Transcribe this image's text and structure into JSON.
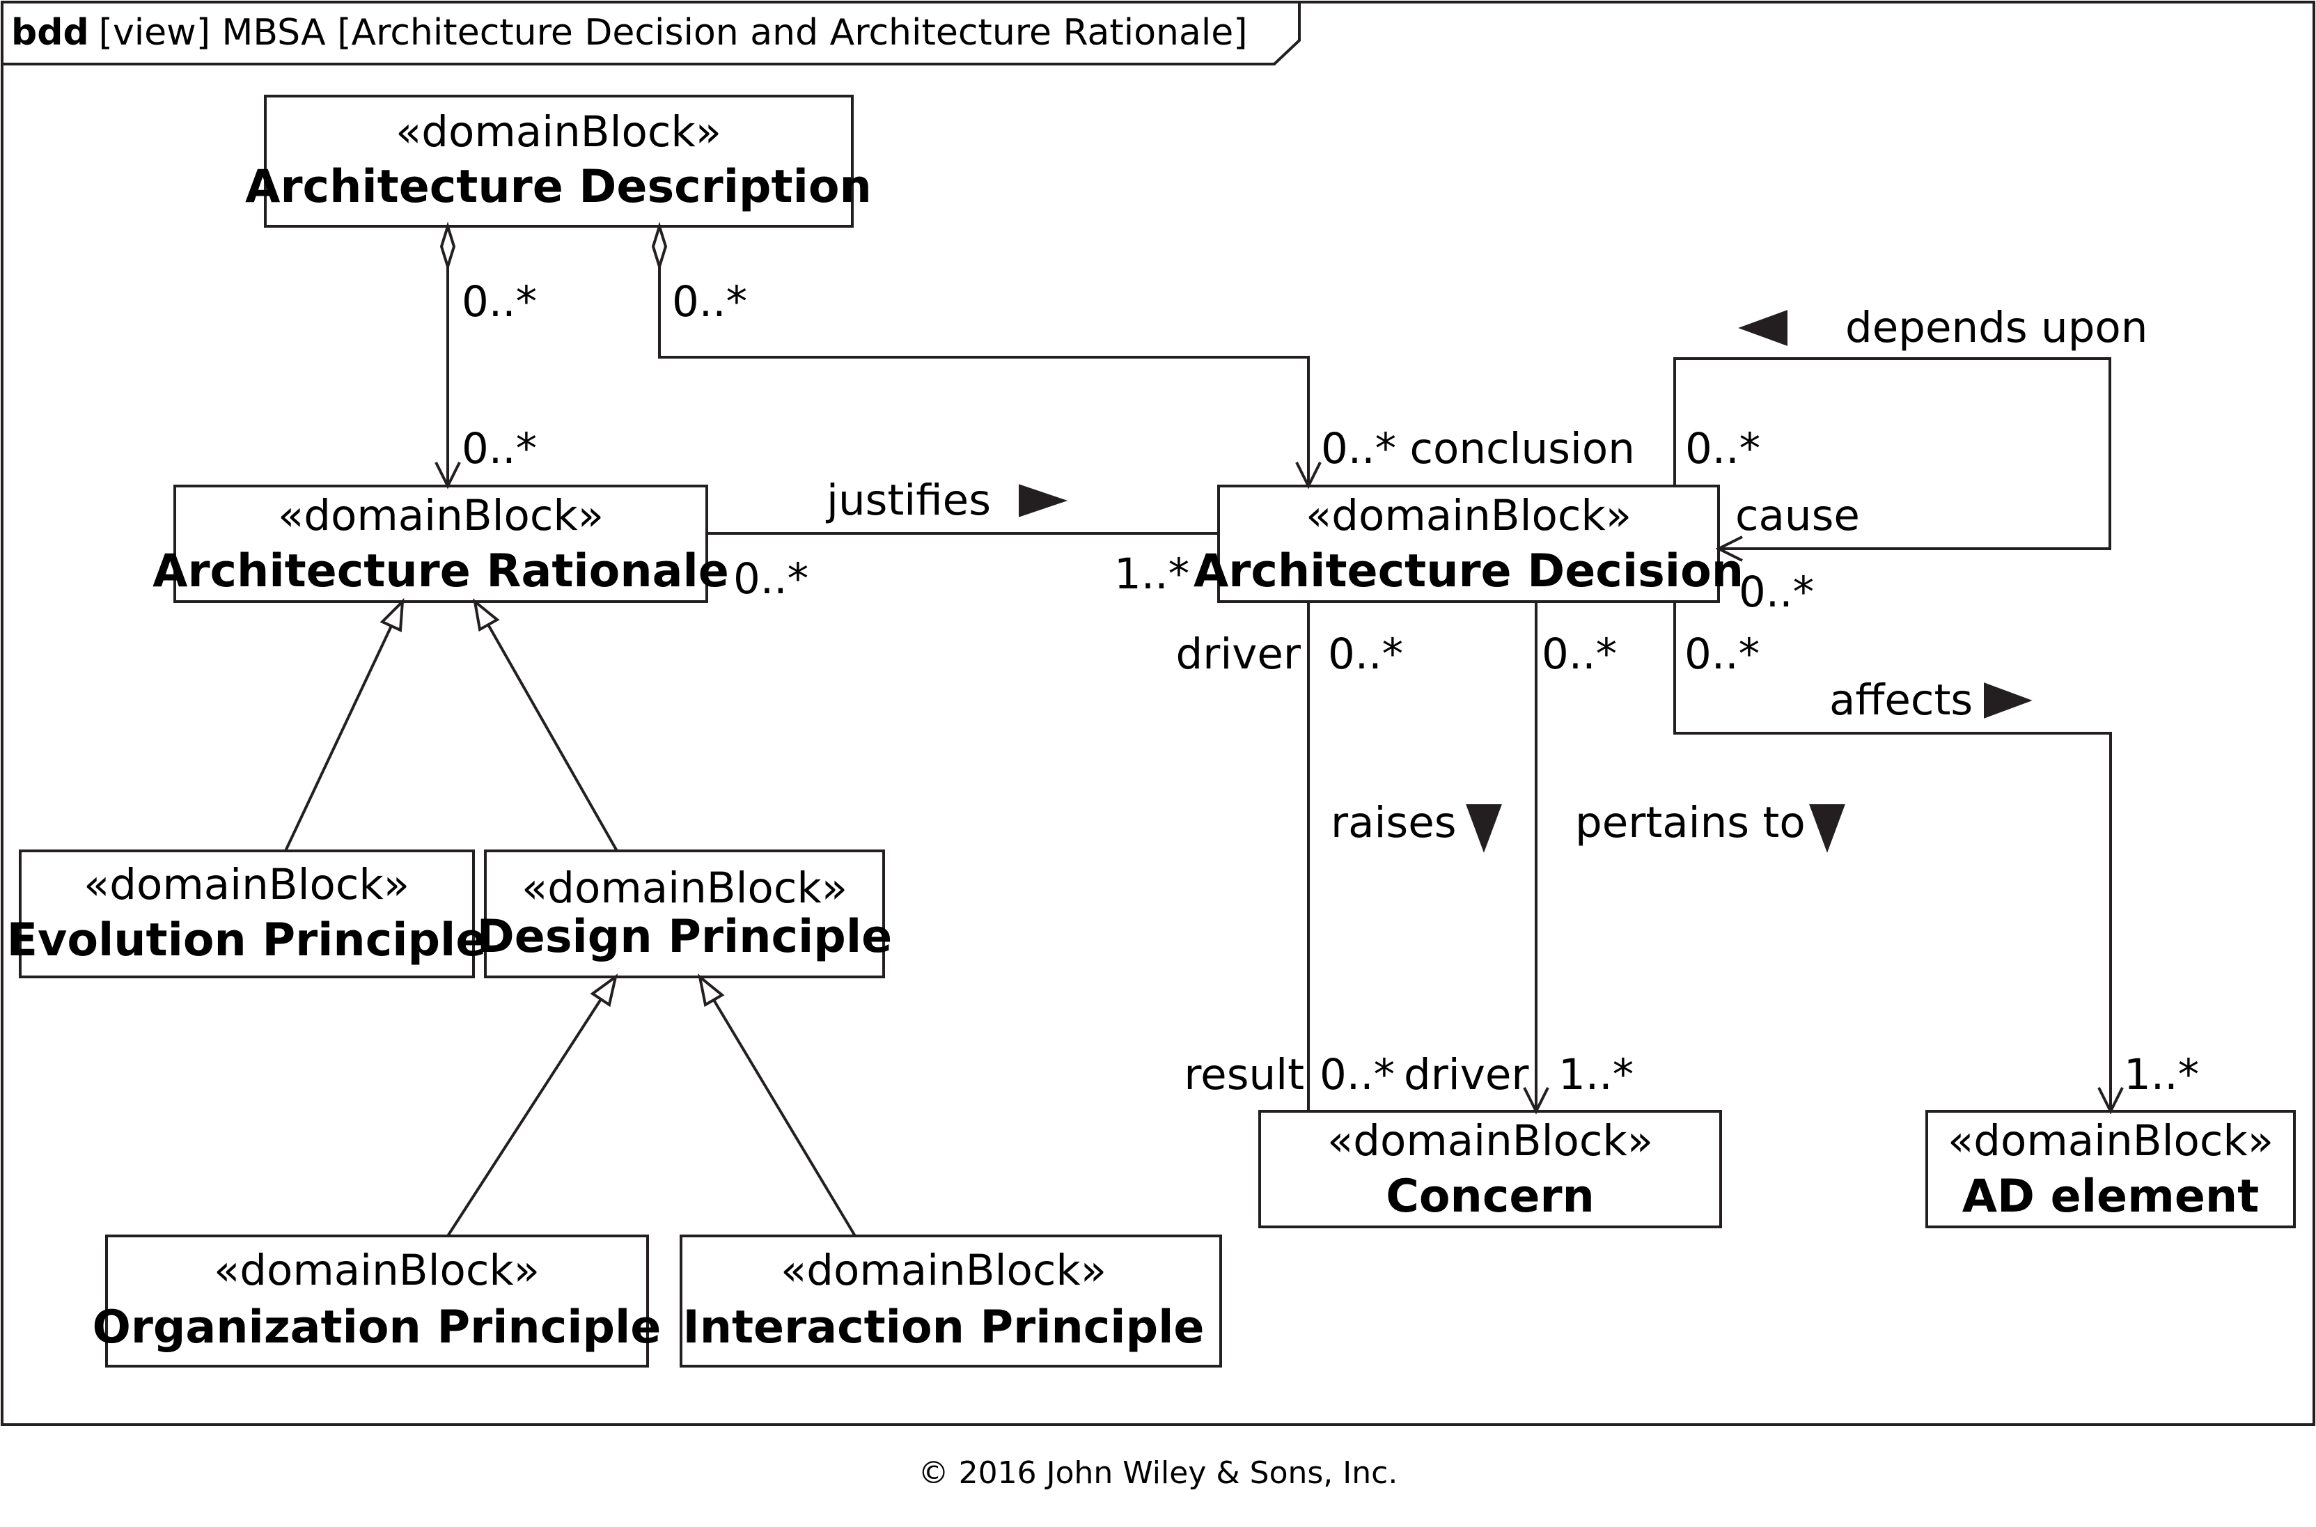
{
  "frame": {
    "kind": "bdd",
    "title": "[view] MBSA [Architecture Decision and Architecture Rationale]"
  },
  "blocks": {
    "architecture_description": {
      "stereotype": "«domainBlock»",
      "name": "Architecture Description"
    },
    "architecture_rationale": {
      "stereotype": "«domainBlock»",
      "name": "Architecture Rationale"
    },
    "architecture_decision": {
      "stereotype": "«domainBlock»",
      "name": "Architecture Decision"
    },
    "evolution_principle": {
      "stereotype": "«domainBlock»",
      "name": "Evolution Principle"
    },
    "design_principle": {
      "stereotype": "«domainBlock»",
      "name": "Design Principle"
    },
    "organization_principle": {
      "stereotype": "«domainBlock»",
      "name": "Organization Principle"
    },
    "interaction_principle": {
      "stereotype": "«domainBlock»",
      "name": "Interaction Principle"
    },
    "concern": {
      "stereotype": "«domainBlock»",
      "name": "Concern"
    },
    "ad_element": {
      "stereotype": "«domainBlock»",
      "name": "AD element"
    }
  },
  "labels": {
    "ad_to_rationale_src": "0..*",
    "ad_to_rationale_tgt": "0..*",
    "ad_to_decision_src": "0..*",
    "ad_to_decision_tgt": "0..* conclusion",
    "justifies": "justifies",
    "justifies_src": "0..*",
    "justifies_tgt": "1..*",
    "depends_upon": "depends upon",
    "depends_src": "0..*",
    "cause_role": "cause",
    "cause_mult": "0..*",
    "driver_role": "driver",
    "driver_mult": "0..*",
    "raises": "raises",
    "pertains_src": "0..*",
    "pertains_to": "pertains to",
    "affects_src": "0..*",
    "affects": "affects",
    "result_role": "result",
    "result_mult": "0..*",
    "concern_driver": "driver",
    "concern_mult": "1..*",
    "ad_element_mult": "1..*"
  },
  "copyright": "© 2016 John Wiley & Sons, Inc."
}
